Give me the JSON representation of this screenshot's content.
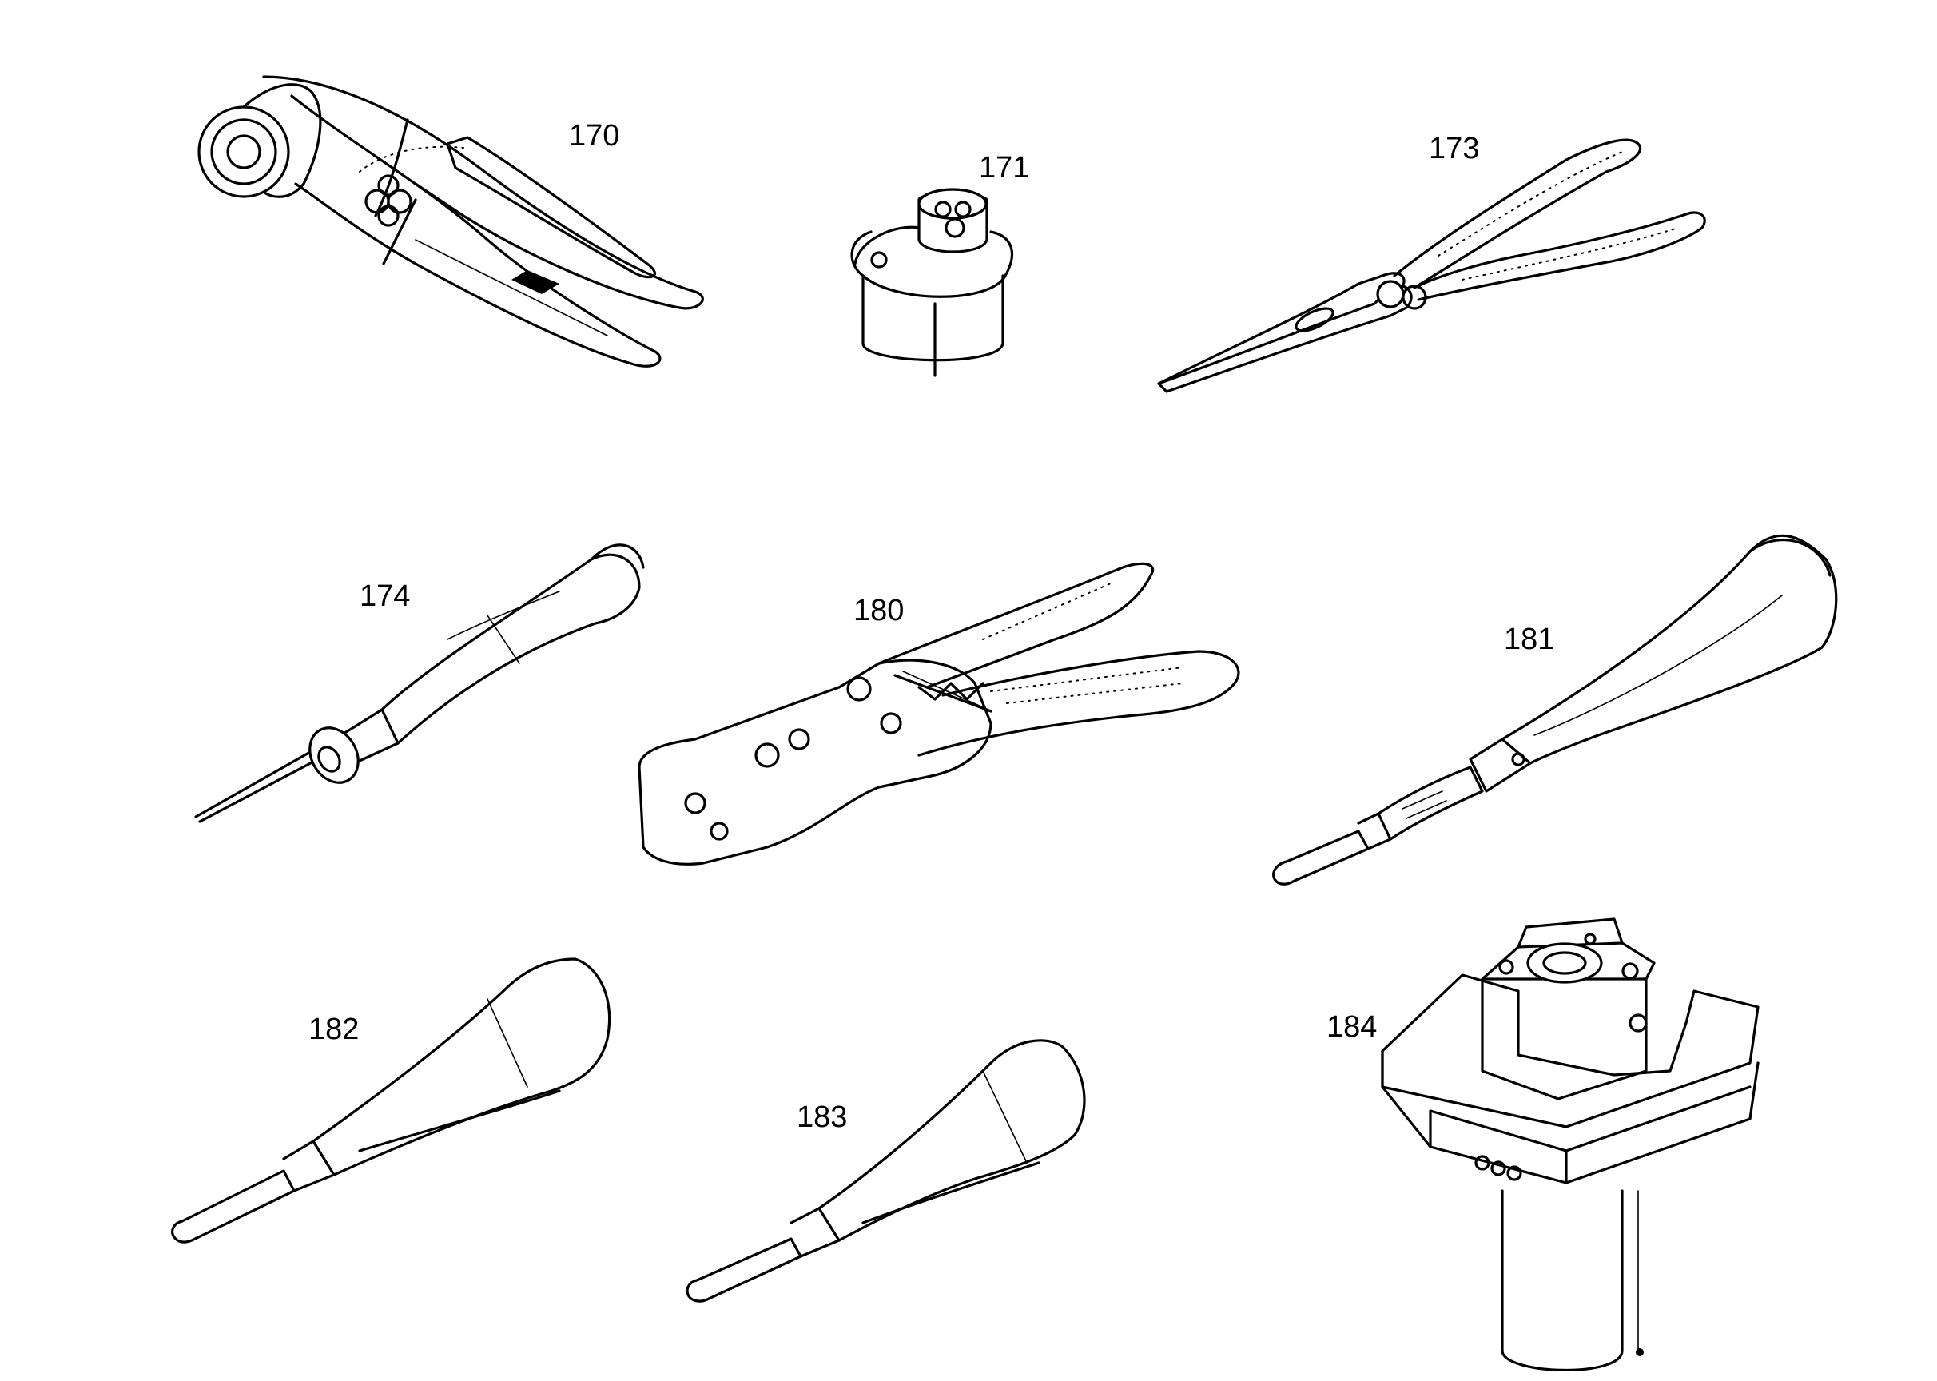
{
  "tools": [
    {
      "id": "170",
      "label": "170",
      "icon": "crimp-tool-icon"
    },
    {
      "id": "171",
      "label": "171",
      "icon": "positioner-icon"
    },
    {
      "id": "173",
      "label": "173",
      "icon": "pliers-icon"
    },
    {
      "id": "174",
      "label": "174",
      "icon": "removal-tool-icon"
    },
    {
      "id": "180",
      "label": "180",
      "icon": "hand-crimp-tool-icon"
    },
    {
      "id": "181",
      "label": "181",
      "icon": "extraction-tool-icon"
    },
    {
      "id": "182",
      "label": "182",
      "icon": "insertion-tool-icon"
    },
    {
      "id": "183",
      "label": "183",
      "icon": "insertion-tool-icon"
    },
    {
      "id": "184",
      "label": "184",
      "icon": "crimp-fixture-icon"
    }
  ]
}
